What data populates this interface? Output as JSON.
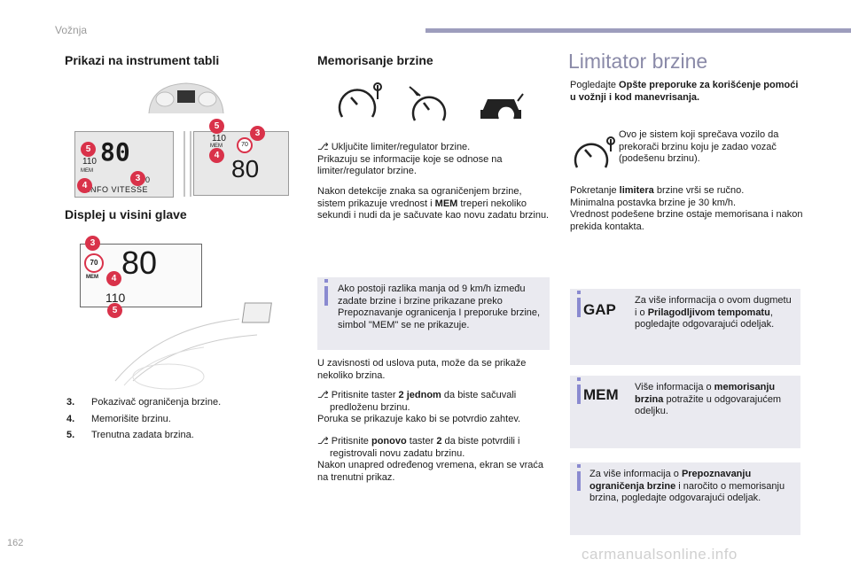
{
  "header": {
    "section": "Vožnja"
  },
  "left": {
    "title1": "Prikazi na instrument tabli",
    "title2": "Displej u visini glave",
    "cluster": {
      "speed": "80",
      "limit": "110",
      "sign": "70",
      "mem": "MEM",
      "info": "INFO VITESSE"
    },
    "panel": {
      "limit": "110",
      "mem": "MEM",
      "sign": "70",
      "speed": "80"
    },
    "hud": {
      "speed": "80",
      "sign": "70",
      "mem": "MEM",
      "limit": "110"
    },
    "badges": [
      "5",
      "3",
      "4",
      "3",
      "5",
      "4",
      "3",
      "4",
      "5"
    ],
    "legend": [
      {
        "num": "3.",
        "text": "Pokazivač ograničenja brzine."
      },
      {
        "num": "4.",
        "text": "Memorišite brzinu."
      },
      {
        "num": "5.",
        "text": "Trenutna zadata brzina."
      }
    ]
  },
  "middle": {
    "title": "Memorisanje brzine",
    "p1_bullet": "Uključite limiter/regulator brzine.",
    "p1_rest": "Prikazuju se informacije koje se odnose na limiter/regulator brzine.",
    "p2_a": "Nakon detekcije znaka sa ograničenjem brzine, sistem prikazuje vrednost i ",
    "p2_b": "MEM",
    "p2_c": " treperi nekoliko sekundi i nudi da je sačuvate kao novu zadatu brzinu.",
    "info": "Ako postoji razlika manja od 9 km/h između zadate brzine i brzine prikazane preko Prepoznavanje ogranicenja I preporuke brzine, simbol \"MEM\" se ne prikazuje.",
    "p3": "U zavisnosti od uslova puta, može da se prikaže nekoliko brzina.",
    "p4_a": "Pritisnite taster ",
    "p4_b": "2 jednom",
    "p4_c": " da biste sačuvali predloženu brzinu.",
    "p4_rest": "Poruka se prikazuje kako bi se potvrdio zahtev.",
    "p5_a": "Pritisnite ",
    "p5_b": "ponovo",
    "p5_c": " taster ",
    "p5_d": "2",
    "p5_e": " da biste potvrdili i registrovali novu zadatu brzinu.",
    "p5_rest": "Nakon unapred određenog vremena, ekran se vraća na trenutni prikaz."
  },
  "right": {
    "title": "Limitator brzine",
    "intro_a": "Pogledajte ",
    "intro_b": "Opšte preporuke za korišćenje pomoći u vožnji i kod manevrisanja.",
    "desc": "Ovo je sistem koji sprečava vozilo da prekorači brzinu koju je zadao vozač (podešenu brzinu).",
    "p1_a": "Pokretanje ",
    "p1_b": "limitera",
    "p1_c": " brzine vrši se ručno.",
    "p2": "Minimalna postavka brzine je 30 km/h.",
    "p3": "Vrednost podešene brzine ostaje memorisana i nakon prekida kontakta.",
    "box1_label": "GAP",
    "box1_a": "Za više informacija o ovom dugmetu i o ",
    "box1_b": "Prilagodljivom tempomatu",
    "box1_c": ", pogledajte odgovarajući odeljak.",
    "box2_label": "MEM",
    "box2_a": "Više informacija o ",
    "box2_b": "memorisanju brzina",
    "box2_c": " potražite u odgovarajućem odeljku.",
    "box3_a": "Za više informacija o ",
    "box3_b": "Prepoznavanju ograničenja brzine",
    "box3_c": " i naročito o memorisanju brzina, pogledajte odgovarajući odeljak."
  },
  "footer": {
    "page": "162",
    "watermark": "carmanualsonline.info"
  },
  "colors": {
    "accent": "#8a8aa8",
    "badge": "#d9324a",
    "bar": "#9d9dbd",
    "info_bg": "#eaeaf0"
  }
}
